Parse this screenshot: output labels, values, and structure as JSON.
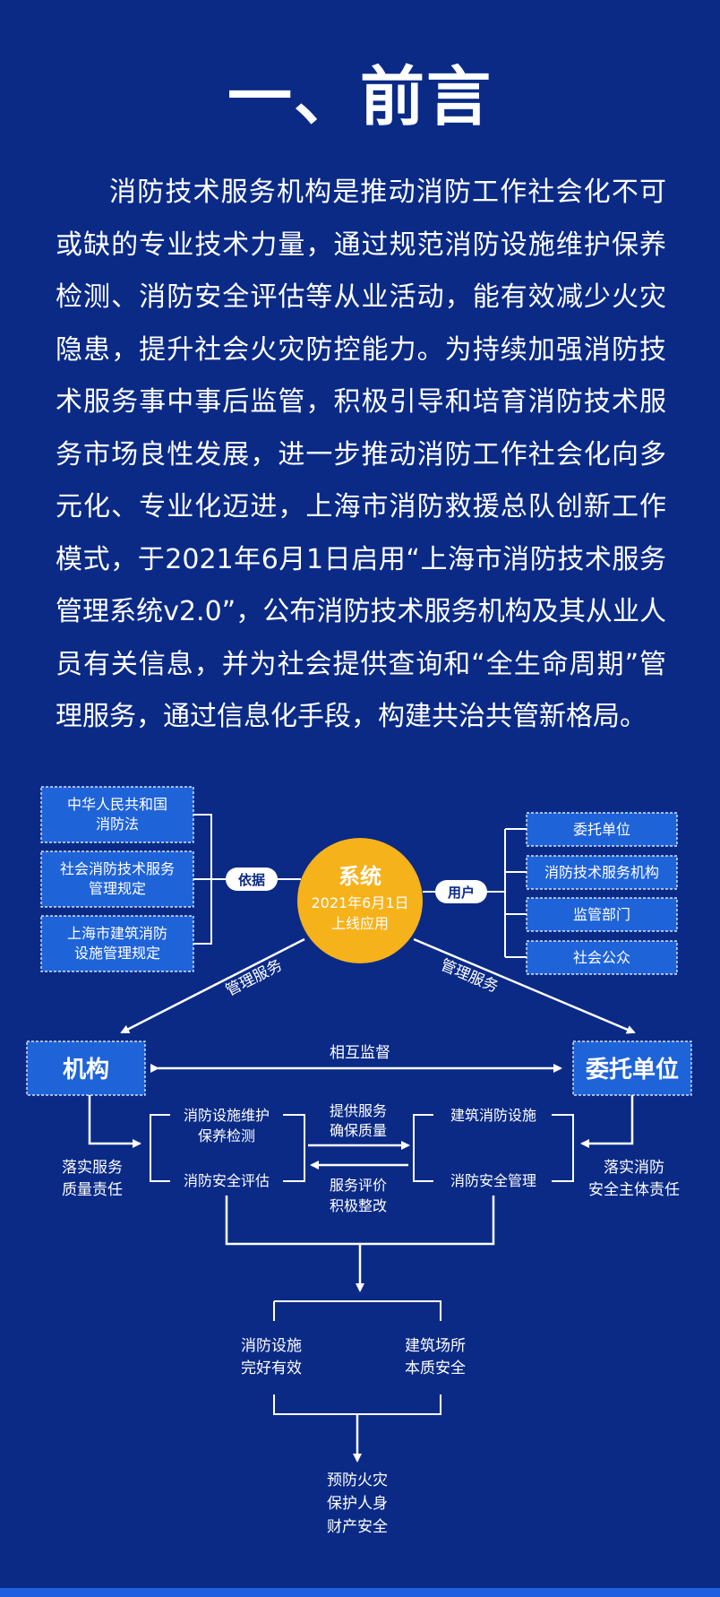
{
  "title": "一、前言",
  "intro": "消防技术服务机构是推动消防工作社会化不可或缺的专业技术力量，通过规范消防设施维护保养检测、消防安全评估等从业活动，能有效减少火灾隐患，提升社会火灾防控能力。为持续加强消防技术服务事中事后监管，积极引导和培育消防技术服务市场良性发展，进一步推动消防工作社会化向多元化、专业化迈进，上海市消防救援总队创新工作模式，于2021年6月1日启用“上海市消防技术服务管理系统v2.0”，公布消防技术服务机构及其从业人员有关信息，并为社会提供查询和“全生命周期”管理服务，通过信息化手段，构建共治共管新格局。",
  "colors": {
    "background": "#0a2a86",
    "box": "#1f63d8",
    "circle": "#f6b21b",
    "pill": "#ffffff",
    "pill_text": "#0a2a86"
  },
  "diagram": {
    "basis": [
      "中华人民共和国\n消防法",
      "社会消防技术服务\n管理规定",
      "上海市建筑消防\n设施管理规定"
    ],
    "basis_label": "依据",
    "system": {
      "title": "系统",
      "line1": "2021年6月1日",
      "line2": "上线应用"
    },
    "users_label": "用户",
    "users": [
      "委托单位",
      "消防技术服务机构",
      "监管部门",
      "社会公众"
    ],
    "mgmt_left": "管理服务",
    "mgmt_right": "管理服务",
    "org": "机构",
    "client": "委托单位",
    "mutual": "相互监督",
    "org_resp": "落实服务\n质量责任",
    "client_resp": "落实消防\n安全主体责任",
    "services": [
      "消防设施维护\n保养检测",
      "消防安全评估"
    ],
    "provide": "提供服务\n确保质量",
    "evaluate": "服务评价\n积极整改",
    "client_items": [
      "建筑消防设施",
      "消防安全管理"
    ],
    "outcomes": [
      "消防设施\n完好有效",
      "建筑场所\n本质安全"
    ],
    "final": "预防火灾\n保护人身\n财产安全"
  }
}
